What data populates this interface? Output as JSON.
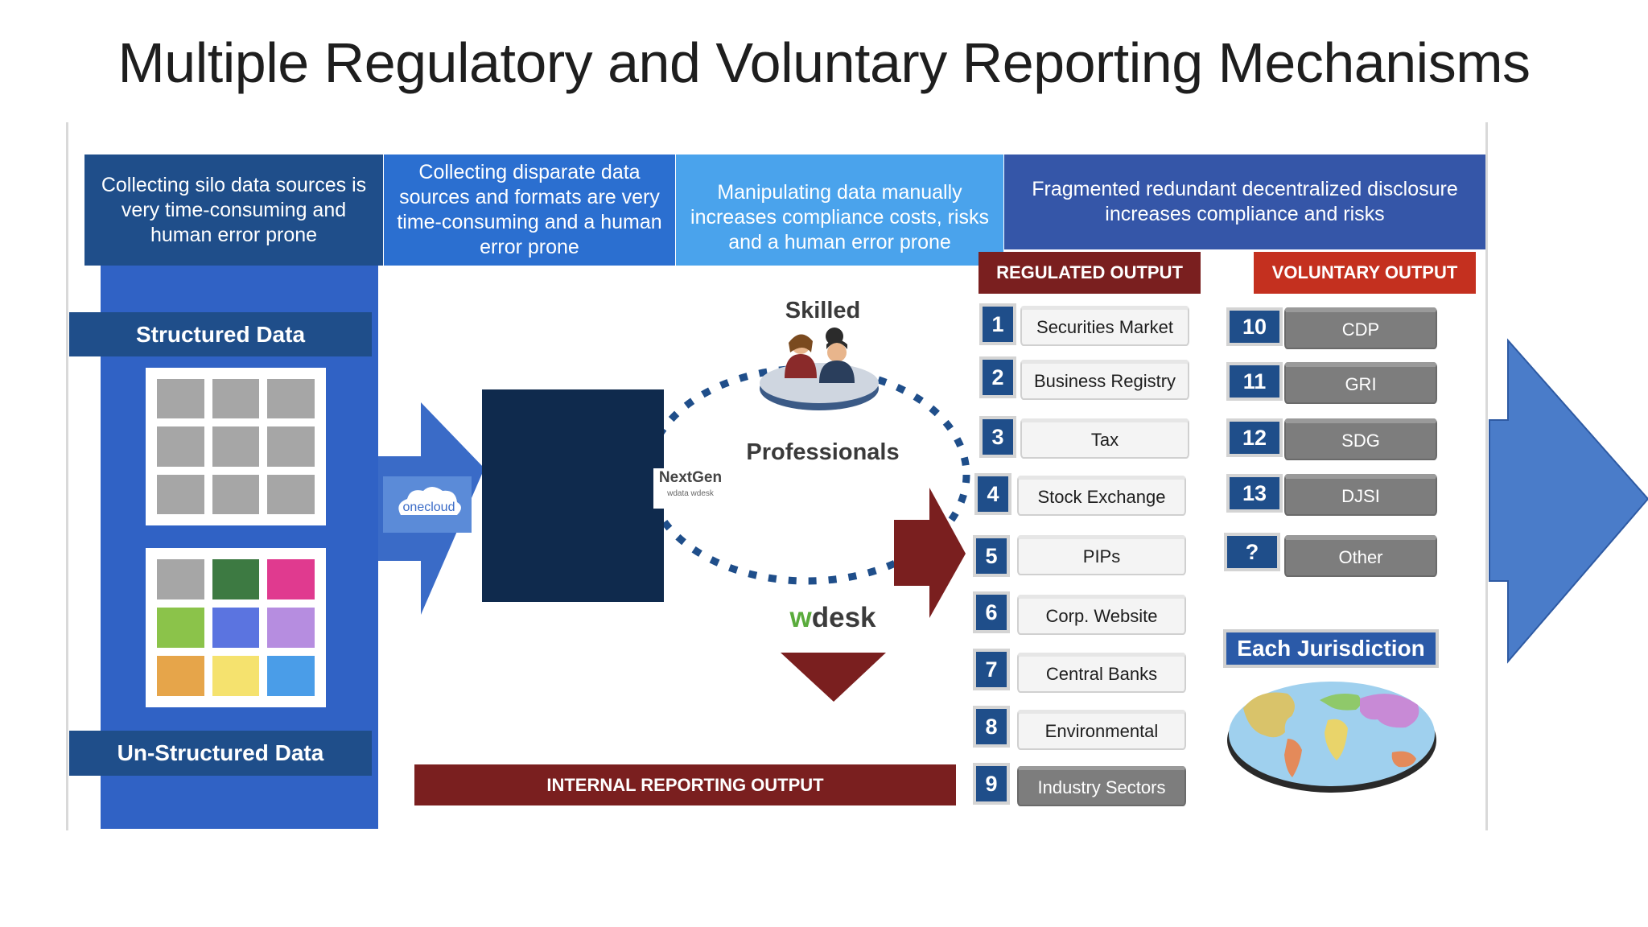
{
  "title": "Multiple Regulatory  and Voluntary Reporting Mechanisms",
  "headers": [
    "Collecting silo data sources  is very time-consuming and human error prone",
    "Collecting disparate data sources and formats are very time-consuming and a human error prone",
    "Manipulating data manually increases compliance costs, risks and a human error prone",
    "Fragmented redundant decentralized disclosure increases compliance and risks"
  ],
  "inputs": {
    "structured": "Structured Data",
    "unstructured": "Un-Structured Data"
  },
  "logos": {
    "onecloud": "onecloud",
    "nextgen": "NextGen",
    "nextgen_sub": "wdata   wdesk",
    "wdesk_w": "w",
    "wdesk_rest": "desk"
  },
  "people": {
    "skilled": "Skilled",
    "professionals": "Professionals"
  },
  "regulated": {
    "header": "REGULATED OUTPUT",
    "items": [
      {
        "num": "1",
        "label": "Securities Market"
      },
      {
        "num": "2",
        "label": "Business Registry"
      },
      {
        "num": "3",
        "label": "Tax"
      },
      {
        "num": "4",
        "label": "Stock Exchange"
      },
      {
        "num": "5",
        "label": "PIPs"
      },
      {
        "num": "6",
        "label": "Corp. Website"
      },
      {
        "num": "7",
        "label": "Central Banks"
      },
      {
        "num": "8",
        "label": "Environmental"
      },
      {
        "num": "9",
        "label": "Industry Sectors"
      }
    ]
  },
  "voluntary": {
    "header": "VOLUNTARY OUTPUT",
    "items": [
      {
        "num": "10",
        "label": "CDP"
      },
      {
        "num": "11",
        "label": "GRI"
      },
      {
        "num": "12",
        "label": "SDG"
      },
      {
        "num": "13",
        "label": "DJSI"
      },
      {
        "num": "?",
        "label": "Other"
      }
    ]
  },
  "internal_output": "INTERNAL REPORTING OUTPUT",
  "jurisdiction": "Each Jurisdiction",
  "colors": {
    "navy": "#1f4e8a",
    "blue": "#2b6fd0",
    "light_blue": "#4aa3ec",
    "indigo": "#3556a8",
    "maroon": "#7a1f1f",
    "red": "#c4301f",
    "arrow_blue": "#4a7cc9",
    "gray": "#7d7d7d"
  },
  "unstructured_colors": [
    "#a6a6a6",
    "#3d7a42",
    "#e03a8f",
    "#8bc34a",
    "#5b74e0",
    "#b68de0",
    "#e6a54a",
    "#f5e26e",
    "#4a9de8"
  ]
}
